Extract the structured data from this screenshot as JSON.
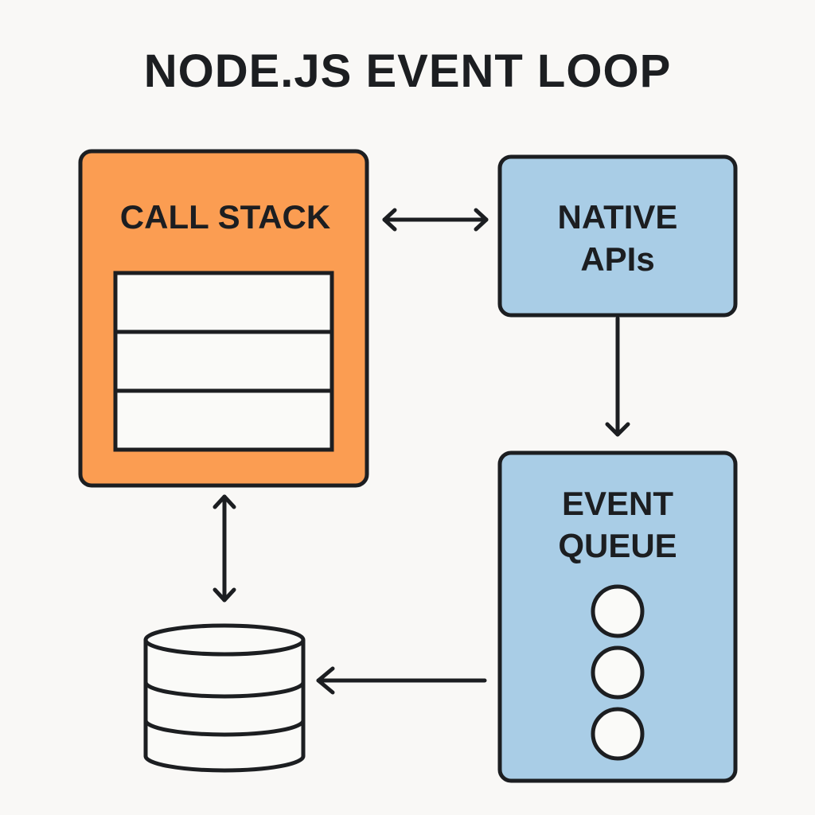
{
  "title": "NODE.JS EVENT LOOP",
  "nodes": {
    "call_stack": {
      "label": "CALL STACK",
      "color": "#fb9d52",
      "frames": 3
    },
    "native_apis": {
      "label_lines": [
        "NATIVE",
        "APIs"
      ],
      "color": "#a9cde6"
    },
    "event_queue": {
      "label_lines": [
        "EVENT",
        "QUEUE"
      ],
      "color": "#a9cde6",
      "items": 3
    },
    "database": {
      "label": ""
    }
  },
  "edges": [
    {
      "from": "call_stack",
      "to": "native_apis",
      "type": "bidirectional"
    },
    {
      "from": "native_apis",
      "to": "event_queue",
      "type": "directed"
    },
    {
      "from": "event_queue",
      "to": "database",
      "type": "directed"
    },
    {
      "from": "call_stack",
      "to": "database",
      "type": "bidirectional"
    }
  ],
  "colors": {
    "stroke": "#1c1e21",
    "background": "#f9f8f6",
    "fill_white": "#fafaf8"
  }
}
